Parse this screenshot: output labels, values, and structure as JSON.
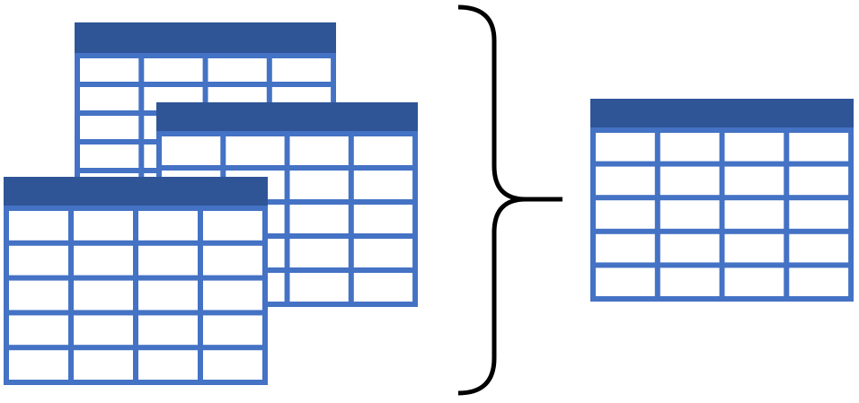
{
  "diagram": {
    "colors": {
      "background": "#ffffff",
      "table_header": "#2f5597",
      "table_grid": "#4472c4",
      "table_cell": "#ffffff",
      "brace": "#000000"
    },
    "input_tables": [
      {
        "rows": 5,
        "cols": 4
      },
      {
        "rows": 5,
        "cols": 4
      },
      {
        "rows": 5,
        "cols": 4
      }
    ],
    "output_table": {
      "rows": 5,
      "cols": 4
    },
    "connector": "right-curly-brace"
  }
}
